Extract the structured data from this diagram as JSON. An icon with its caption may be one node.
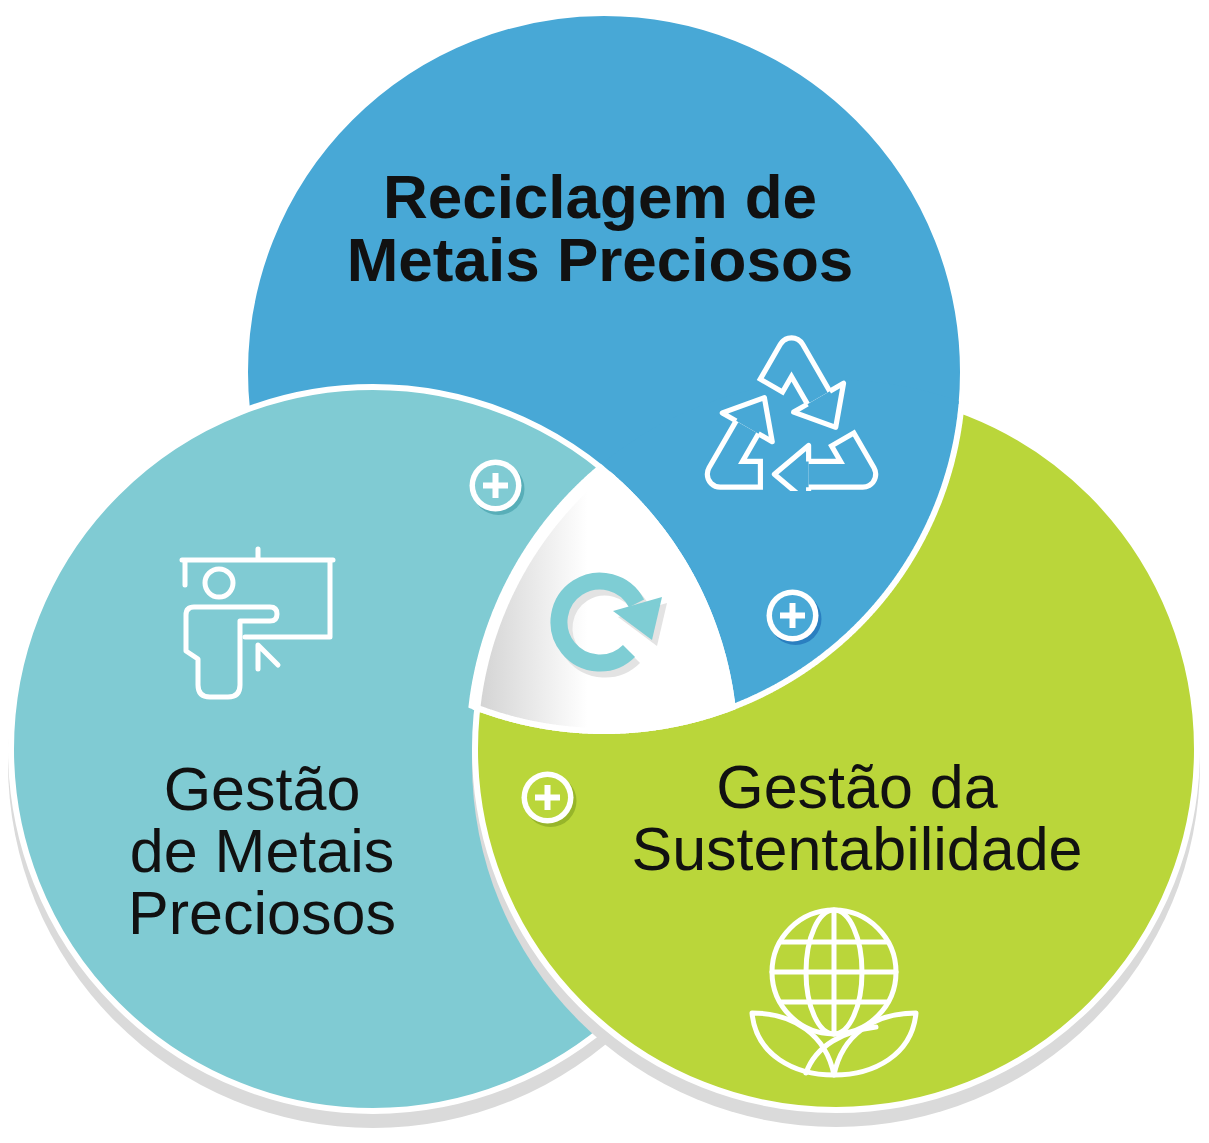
{
  "diagram": {
    "nodes": [
      {
        "text": [
          "Reciclagem de Metais Preciosos"
        ]
      },
      {
        "text": [
          "Gestão de Metais Preciosos"
        ]
      },
      {
        "text": [
          "Gestão da Sustentabilidade"
        ]
      }
    ]
  }
}
